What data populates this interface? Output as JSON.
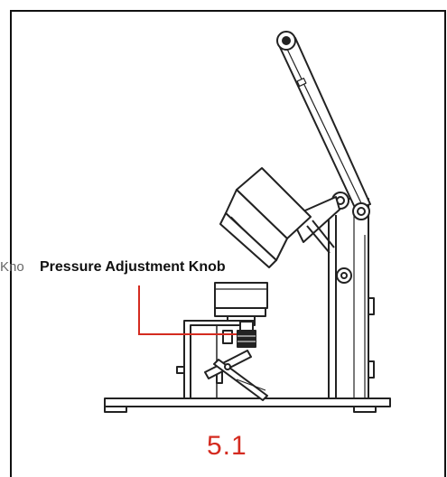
{
  "labels": {
    "clipped_left": "Kno",
    "callout": "Pressure Adjustment Knob",
    "figure_number": "5.1"
  },
  "colors": {
    "line": "#222222",
    "accent": "#d42b20"
  }
}
